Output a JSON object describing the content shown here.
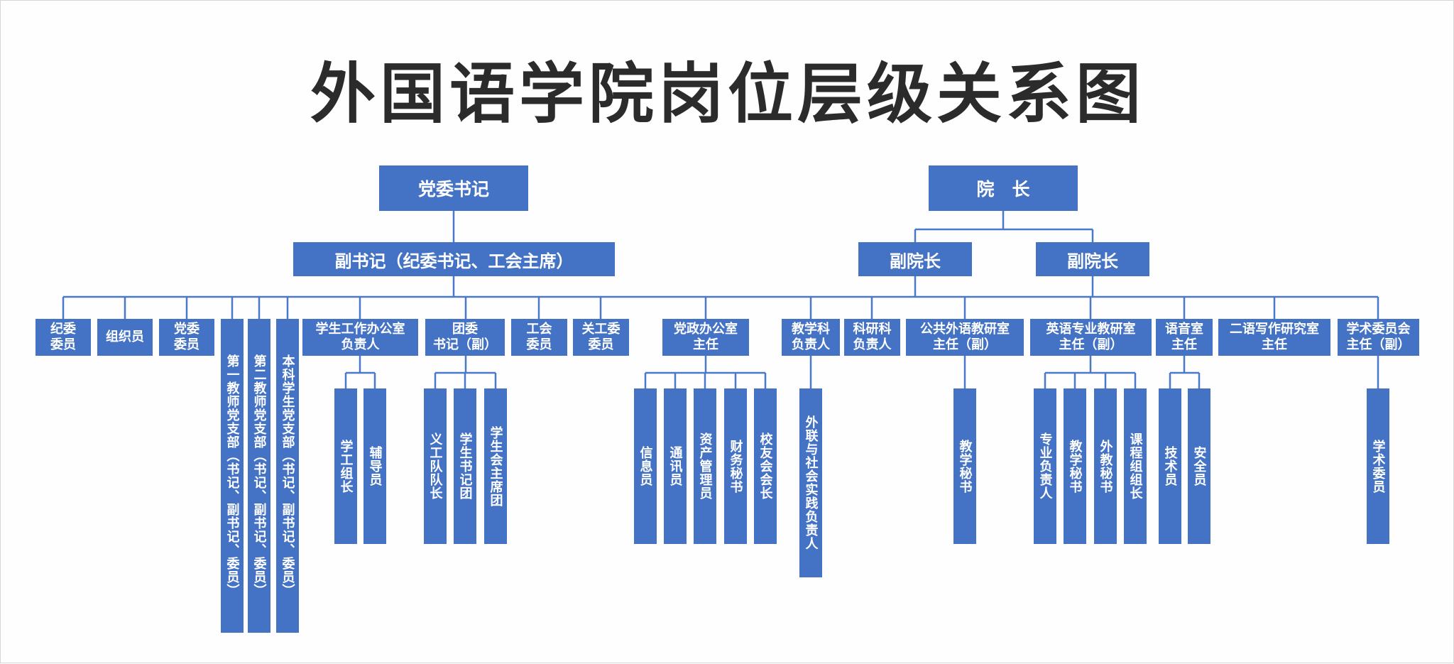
{
  "title": "外国语学院岗位层级关系图",
  "colors": {
    "box": "#4472c4",
    "line": "#4a79c9",
    "title": "#2b2b2b"
  },
  "top": {
    "party_secretary": "党委书记",
    "dean": "院　长"
  },
  "middle": {
    "deputy_secretary": "副书记（纪委书记、工会主席）",
    "vice_dean_1": "副院长",
    "vice_dean_2": "副院长"
  },
  "categories": [
    "纪委\n委员",
    "组织员",
    "党委\n委员",
    "第一教师党支部（书记、副书记、委员）",
    "第二教师党支部（书记、副书记、委员）",
    "本科学生党支部（书记、副书记、委员）",
    "学生工作办公室\n负责人",
    "团委\n书记（副）",
    "工会\n委员",
    "关工委\n委员",
    "党政办公室\n主任",
    "教学科\n负责人",
    "科研科\n负责人",
    "公共外语教研室\n主任（副）",
    "英语专业教研室\n主任（副）",
    "语音室\n主任",
    "二语写作研究室\n主任",
    "学术委员会\n主任（副）"
  ],
  "leaves": {
    "student_affairs": [
      "学工组长",
      "辅导员"
    ],
    "youth_league": [
      "义工队队长",
      "学生书记团",
      "学生会主席团"
    ],
    "admin_office": [
      "信息员",
      "通讯员",
      "资产管理员",
      "财务秘书",
      "校友会会长"
    ],
    "teaching_section": [
      "外联与社会实践负责人"
    ],
    "public_foreign_lang": [
      "教学秘书"
    ],
    "english_major": [
      "专业负责人",
      "教学秘书",
      "外教秘书",
      "课程组组长"
    ],
    "language_lab": [
      "技术员",
      "安全员"
    ],
    "academic_committee": [
      "学术委员"
    ]
  }
}
